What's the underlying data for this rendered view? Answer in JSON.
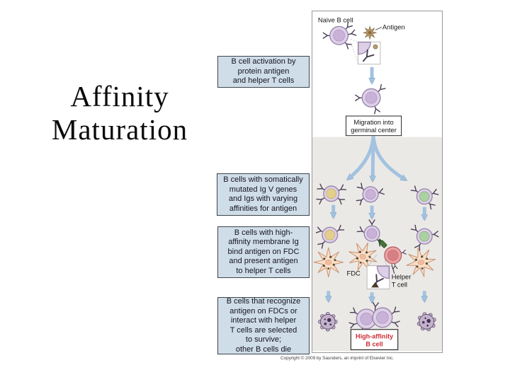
{
  "title": {
    "line1": "Affinity",
    "line2": "Maturation"
  },
  "steps": [
    {
      "text": "B cell activation by\nprotein antigen\nand helper T cells"
    },
    {
      "text": "B cells with somatically\nmutated Ig V genes\nand Igs with varying\naffinities for antigen"
    },
    {
      "text": "B cells with high-\naffinity membrane Ig\nbind antigen on FDC\nand present antigen\nto helper T cells"
    },
    {
      "text": "B cells that recognize\nantigen on FDCs or\ninteract with helper\nT cells are selected\nto survive;\nother B cells die"
    }
  ],
  "diagram": {
    "naive_label": "Naive B cell",
    "antigen_label": "Antigen",
    "migration_line1": "Migration into",
    "migration_line2": "germinal center",
    "fdc_label": "FDC",
    "helper_line1": "Helper",
    "helper_line2": "T cell",
    "high_affinity_line1": "High-affinity",
    "high_affinity_line2": "B cell",
    "copyright": "Copyright © 2009 by Saunders, an imprint of Elsevier Inc."
  },
  "colors": {
    "box_fill": "#cfdde9",
    "box_border": "#3d454d",
    "arrow": "#a3c2e0",
    "arrow_edge": "#86a9cc",
    "germinal_bg": "#ebe9e6",
    "bcell_fill": "#dccfe6",
    "bcell_edge": "#9782ab",
    "nucleus_purple": "#c9b2d8",
    "nucleus_yellow": "#e2cf8e",
    "nucleus_green": "#abd0a2",
    "tcell_fill": "#eba3a3",
    "tcell_edge": "#b25b64",
    "tcell_nucleus": "#d87f84",
    "fdc_fill": "#f8e0c8",
    "fdc_edge": "#c8906e",
    "apoptotic_fill": "#c4b2cc",
    "apoptotic_edge": "#60506e",
    "antigen_fill": "#bd9c6d",
    "antigen_edge": "#846845",
    "high_affinity_text": "#cc2b33"
  }
}
